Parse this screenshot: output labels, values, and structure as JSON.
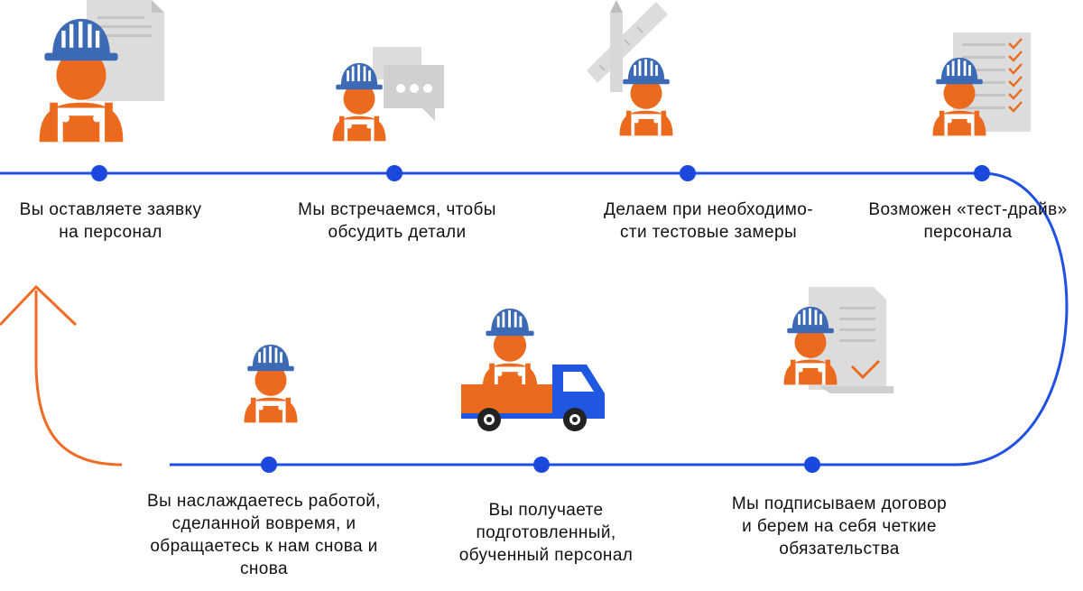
{
  "colors": {
    "line_blue": "#1f4fe3",
    "dot_blue": "#1a47dc",
    "worker_orange": "#ec6a1e",
    "helmet_blue": "#3d6ab5",
    "doc_gray": "#dcdcdc",
    "truck_blue": "#1f57e0",
    "arrow_orange": "#ef6c25"
  },
  "steps": [
    {
      "icon": "worker-with-document-icon",
      "lines": [
        "Вы оставляете заявку",
        "на  персонал"
      ]
    },
    {
      "icon": "worker-with-chat-bubble-icon",
      "lines": [
        "Мы встречаемся, чтобы",
        "обсудить детали"
      ]
    },
    {
      "icon": "worker-with-ruler-and-pencil-icon",
      "lines": [
        "Делаем  при необходимо-",
        "сти тестовые замеры"
      ]
    },
    {
      "icon": "worker-with-checklist-icon",
      "lines": [
        "Возможен «тест-драйв»",
        "персонала"
      ]
    },
    {
      "icon": "worker-with-contract-icon",
      "lines": [
        "Мы подписываем договор",
        "и берем на себя четкие",
        "обязательства"
      ]
    },
    {
      "icon": "worker-with-truck-icon",
      "lines": [
        "Вы получаете",
        "подготовленный,",
        "обученный персонал"
      ]
    },
    {
      "icon": "worker-icon",
      "lines": [
        "Вы наслаждаетесь работой,",
        "сделанной вовремя, и",
        "обращаетесь к нам снова и",
        "снова"
      ]
    }
  ]
}
